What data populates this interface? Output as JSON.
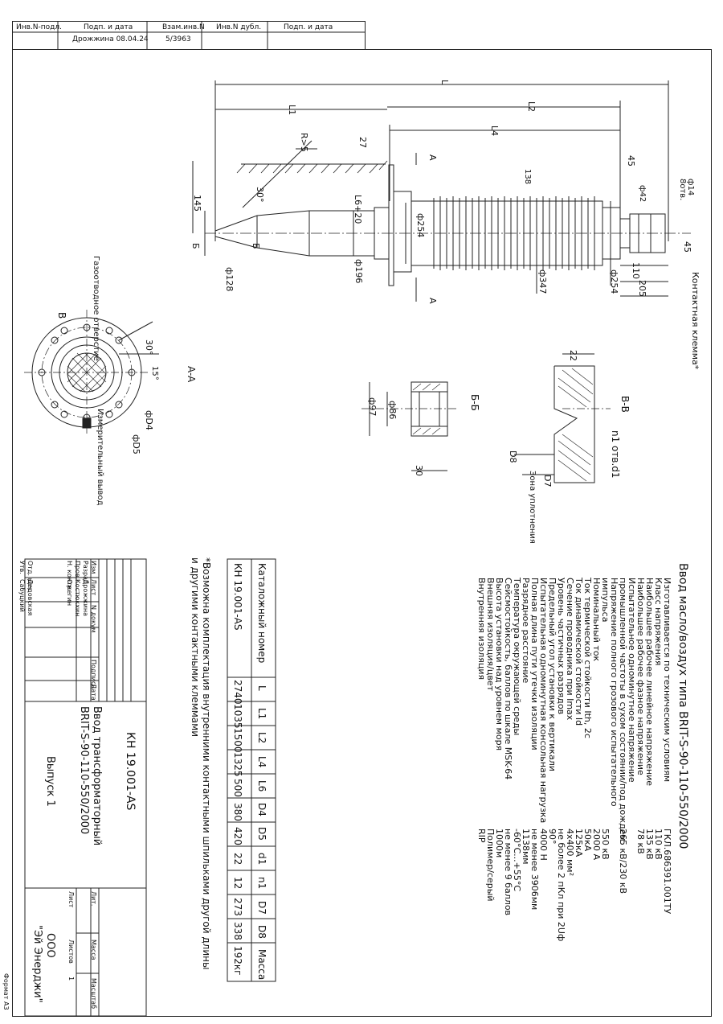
{
  "top_stamp": {
    "headers": [
      "Инв.N-подл.",
      "Подп. и дата",
      "Взам.инв.N",
      "Инв.N дубл.",
      "Подп. и дата"
    ],
    "values": [
      "",
      "Дрожжина 08.04.24",
      "5/3963",
      "",
      ""
    ]
  },
  "drawing": {
    "dims": {
      "L": "L",
      "L1": "L1",
      "L2": "L2",
      "L4": "L4",
      "L6": "L6+20",
      "d45_top": "45",
      "phi14": "ф14",
      "botv8": "8отв.",
      "phi42": "ф42",
      "d138": "138",
      "d27": "27",
      "R5": "R>5",
      "angle30": "30°",
      "d145": "145",
      "phi128": "ф128",
      "phi196": "ф196",
      "phi254a": "ф254",
      "phi347": "ф347",
      "phi254b": "ф254",
      "d110": "110",
      "d205": "205",
      "d45_bot": "45",
      "contact": "Контактная клемма*",
      "sec_A_top": "A",
      "sec_A_bot": "A",
      "sec_B_left": "Б",
      "sec_B_right": "Б"
    },
    "view_aa": {
      "title": "A-A",
      "gas": "Газоотводное отверстие",
      "meas": "Измерительный вывод",
      "B": "В",
      "a30": "30°",
      "a15": "15°",
      "phiD4": "фD4",
      "phiD5": "фD5"
    },
    "view_bb": {
      "title": "Б-Б",
      "phi97": "ф97",
      "phi86": "ф86",
      "d30": "30"
    },
    "view_vv": {
      "title": "В-В",
      "d22": "22",
      "n1": "n1 отв.d1",
      "D8": "D8",
      "D7": "D7",
      "seal": "Зона уплотнения"
    }
  },
  "specs": {
    "title": "Ввод масло/воздух типа BRIT-S-90-110-550/2000",
    "rows": [
      {
        "label": "Изготавливается по техническим условиям",
        "value": "ГКЛ.686391.001ТУ"
      },
      {
        "label": "Класс напряжения",
        "value": "110 кВ"
      },
      {
        "label": "Наибольшее рабочее линейное напряжение",
        "value": "135 кВ"
      },
      {
        "label": "Наибольшее рабочее фазное напряжение",
        "value": "78 кВ"
      },
      {
        "label": "Испытательное одноминутное напряжение",
        "value": ""
      },
      {
        "label": "промышленной частоты в сухом состоянии/под дождем",
        "value": "265 кВ/230 кВ"
      },
      {
        "label": "Напряжение полного грозового испытательного",
        "value": ""
      },
      {
        "label": "импульса",
        "value": "550 кВ"
      },
      {
        "label": "Номинальный ток",
        "value": "2000 А"
      },
      {
        "label": "Ток термической стойкости Ith, 2с",
        "value": "50кА"
      },
      {
        "label": "Ток динамической стойкости Id",
        "value": "125кА"
      },
      {
        "label": "Сечение проводника при Imax",
        "value": "4х400 мм²"
      },
      {
        "label": "Уровень частичных разрядов",
        "value": "не более 2 пКл при 2Uф"
      },
      {
        "label": "Предельный угол установки к вертикали",
        "value": "90°"
      },
      {
        "label": "Испытательная одноминутная консольная нагрузка",
        "value": "4000 Н"
      },
      {
        "label": "Полная длина пути утечки изоляции",
        "value": "не менее 3906мм"
      },
      {
        "label": "Разрядное расстояние",
        "value": "1138мм"
      },
      {
        "label": "Температура окружающей среды",
        "value": "-60°С...+55°С"
      },
      {
        "label": "Сейсмостойкость, баллов по шкале MSK-64",
        "value": "не менее 9 баллов"
      },
      {
        "label": "Высота установки над уровнем моря",
        "value": "1000м"
      },
      {
        "label": "Внешняя изоляция/цвет",
        "value": "Полимер/серый"
      },
      {
        "label": "Внутренняя изоляция",
        "value": "RIP"
      }
    ]
  },
  "dim_table": {
    "headers": [
      "Каталожный номер",
      "L",
      "L1",
      "L2",
      "L4",
      "L6",
      "D4",
      "D5",
      "d1",
      "n1",
      "D7",
      "D8",
      "Масса"
    ],
    "row": [
      "КН 19.001-AS",
      "2740",
      "1035",
      "1500",
      "1325",
      "500",
      "380",
      "420",
      "22",
      "12",
      "273",
      "338",
      "192кг"
    ]
  },
  "footnote": {
    "line1": "*Возможна комплектация внутренними контактными шпильками другой длины",
    "line2": "и другими контактными клеммами"
  },
  "title_block": {
    "designation": "КН 19.001-AS",
    "product_line1": "Ввод трансформаторный",
    "product_line2": "BRIT-S-90-110-550/2000",
    "issue": "Выпуск 1",
    "company_line1": "ООО",
    "company_line2": "\"Эй Энерджи\"",
    "col_heads": [
      "Изм",
      "Лист",
      "N докум",
      "Подпись",
      "Дата"
    ],
    "roles": [
      {
        "role": "Разраб.",
        "name": "Дрожжина"
      },
      {
        "role": "Пров.",
        "name": "Костюкхин"
      },
      {
        "role": "Н. контр.",
        "name": "Ожегин"
      },
      {
        "role": "Отд. кач.",
        "name": "Дедовская"
      },
      {
        "role": "Утв.",
        "name": "Сабуцкий"
      }
    ],
    "lit": "Лит.",
    "massa": "Масса",
    "masshtab": "Масштаб",
    "list": "Лист",
    "listov": "Листов",
    "listov_val": "1"
  },
  "format": "Формат A3"
}
